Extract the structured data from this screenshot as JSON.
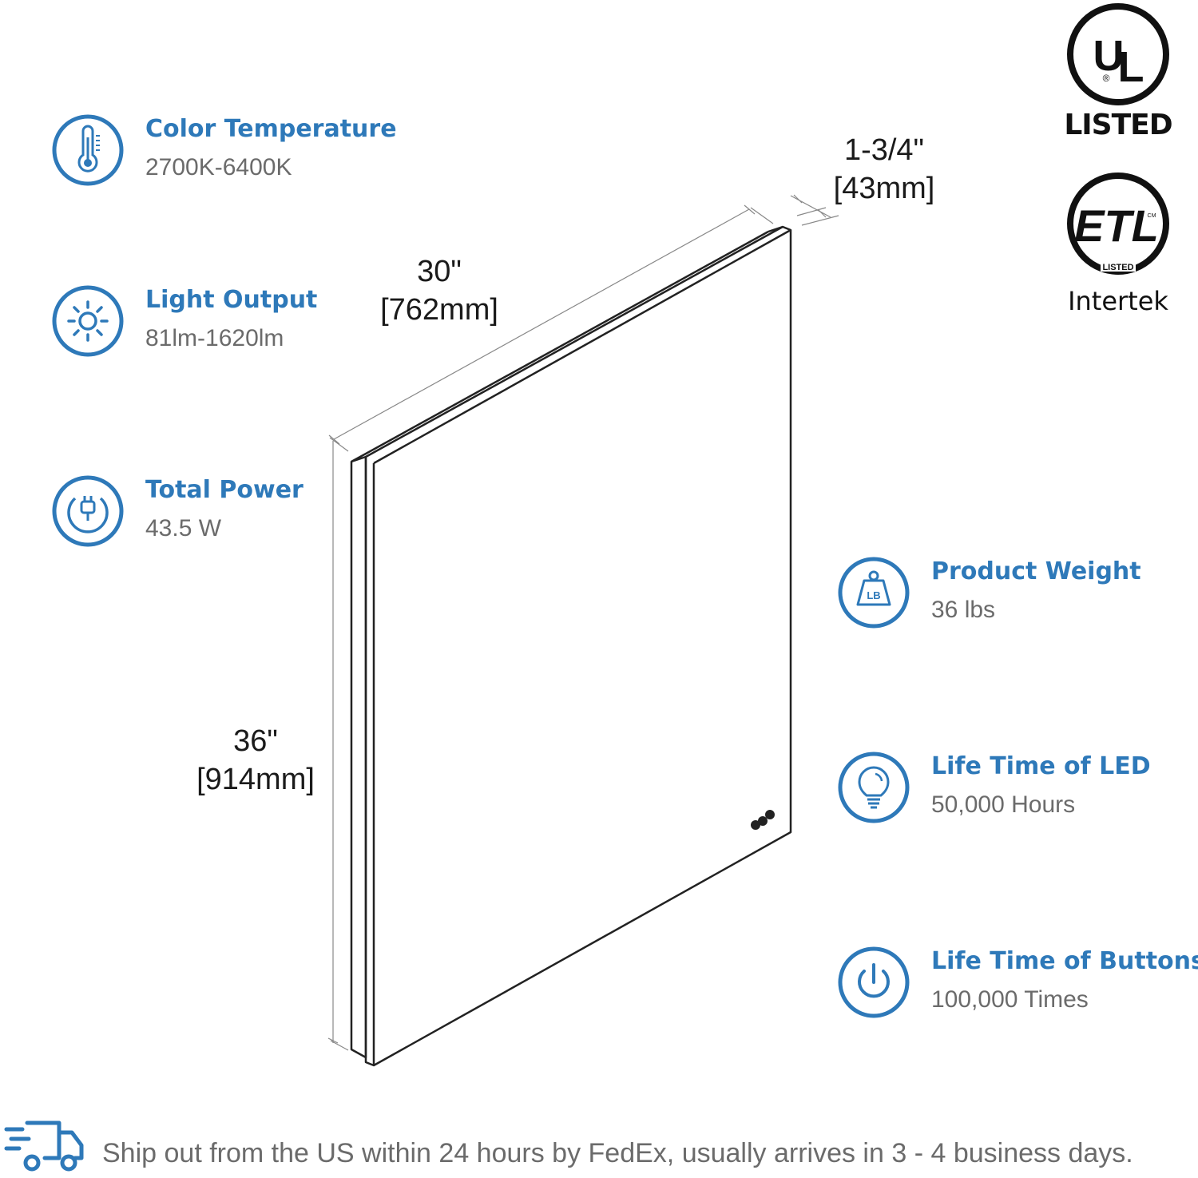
{
  "specs": {
    "color_temperature": {
      "title": "Color Temperature",
      "value": "2700K-6400K",
      "icon": "thermometer-icon"
    },
    "light_output": {
      "title": "Light Output",
      "value": "81lm-1620lm",
      "icon": "sun-icon"
    },
    "total_power": {
      "title": "Total Power",
      "value": "43.5 W",
      "icon": "plug-icon"
    },
    "product_weight": {
      "title": "Product Weight",
      "value": "36 lbs",
      "icon": "weight-icon",
      "icon_label": "LB"
    },
    "led_lifetime": {
      "title": "Life Time of LED",
      "value": "50,000 Hours",
      "icon": "lightbulb-icon"
    },
    "button_lifetime": {
      "title": "Life Time of Buttons",
      "value": "100,000 Times",
      "icon": "power-icon"
    }
  },
  "dimensions": {
    "width": {
      "inches": "30\"",
      "mm": "[762mm]"
    },
    "height": {
      "inches": "36\"",
      "mm": "[914mm]"
    },
    "depth": {
      "inches": "1-3/4\"",
      "mm": "[43mm]"
    }
  },
  "certifications": {
    "ul": {
      "mark": "UL",
      "registered": "®",
      "label": "LISTED"
    },
    "etl": {
      "mark": "ETL",
      "small": "CM",
      "listed": "LISTED",
      "label": "Intertek"
    }
  },
  "shipping": {
    "icon": "delivery-truck-icon",
    "text": "Ship out from the US within 24 hours by FedEx, usually arrives in 3 - 4 business days."
  },
  "colors": {
    "accent": "#2e79b9",
    "value_text": "#6b6b6b",
    "line": "#1a1a1a"
  }
}
